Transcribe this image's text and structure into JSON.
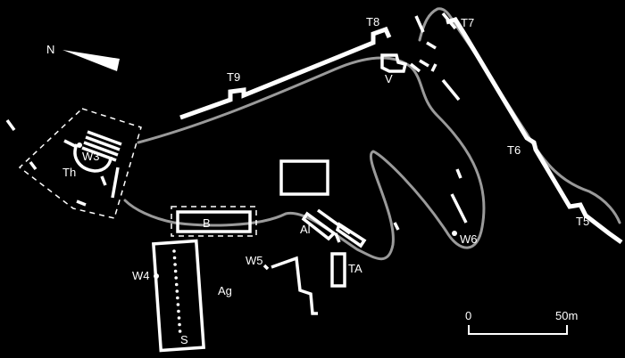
{
  "north": {
    "label": "N"
  },
  "towers": {
    "t5": "T5",
    "t6": "T6",
    "t7": "T7",
    "t8": "T8",
    "t9": "T9"
  },
  "features": {
    "v": "V",
    "w3": "W3",
    "th": "Th",
    "b": "B",
    "al": "Al",
    "w5": "W5",
    "ta": "TA",
    "w4": "W4",
    "ag": "Ag",
    "w6": "W6",
    "s": "S"
  },
  "scale": {
    "start_label": "0",
    "end_label": "50m"
  },
  "colors": {
    "background": "#000000",
    "walls": "#ffffff",
    "road": "#9a9a9a"
  }
}
